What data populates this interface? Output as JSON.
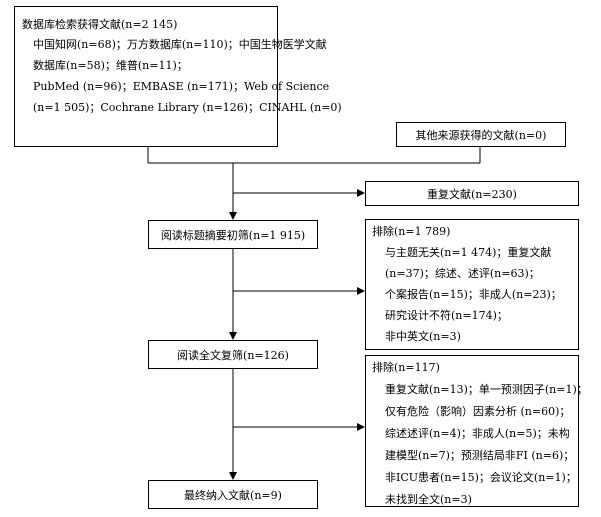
{
  "diagram": {
    "identification": {
      "title": "数据库检索获得文献(n=2 145)",
      "lines": [
        "中国知网(n=68)；万方数据库(n=110)；中国生物医学文献",
        "数据库(n=58)；维普(n=11)；",
        "PubMed (n=96)；EMBASE (n=171)；Web of Science",
        "(n=1 505)；Cochrane Library (n=126)；CINAHL (n=0)"
      ]
    },
    "other_sources": "其他来源获得的文献(n=0)",
    "duplicates": "重复文献(n=230)",
    "title_abstract_screen": "阅读标题摘要初筛(n=1 915)",
    "exclusion1": {
      "title": "排除(n=1 789)",
      "lines": [
        "与主题无关(n=1 474)；重复文献",
        "(n=37)；综述、述评(n=63)；",
        "个案报告(n=15)；非成人(n=23)；",
        "研究设计不符(n=174)；",
        "非中英文(n=3)"
      ]
    },
    "fulltext_screen": "阅读全文复筛(n=126)",
    "exclusion2": {
      "title": "排除(n=117)",
      "lines": [
        "重复文献(n=13)；单一预测因子(n=1)；",
        "仅有危险（影响）因素分析 (n=60)；",
        "综述述评(n=4)；非成人(n=5)；未构",
        "建模型(n=7)；预测结局非FI (n=6)；",
        "非ICU患者(n=15)；会议论文(n=1)；",
        "未找到全文(n=3)"
      ]
    },
    "included": "最终纳入文献(n=9)"
  }
}
